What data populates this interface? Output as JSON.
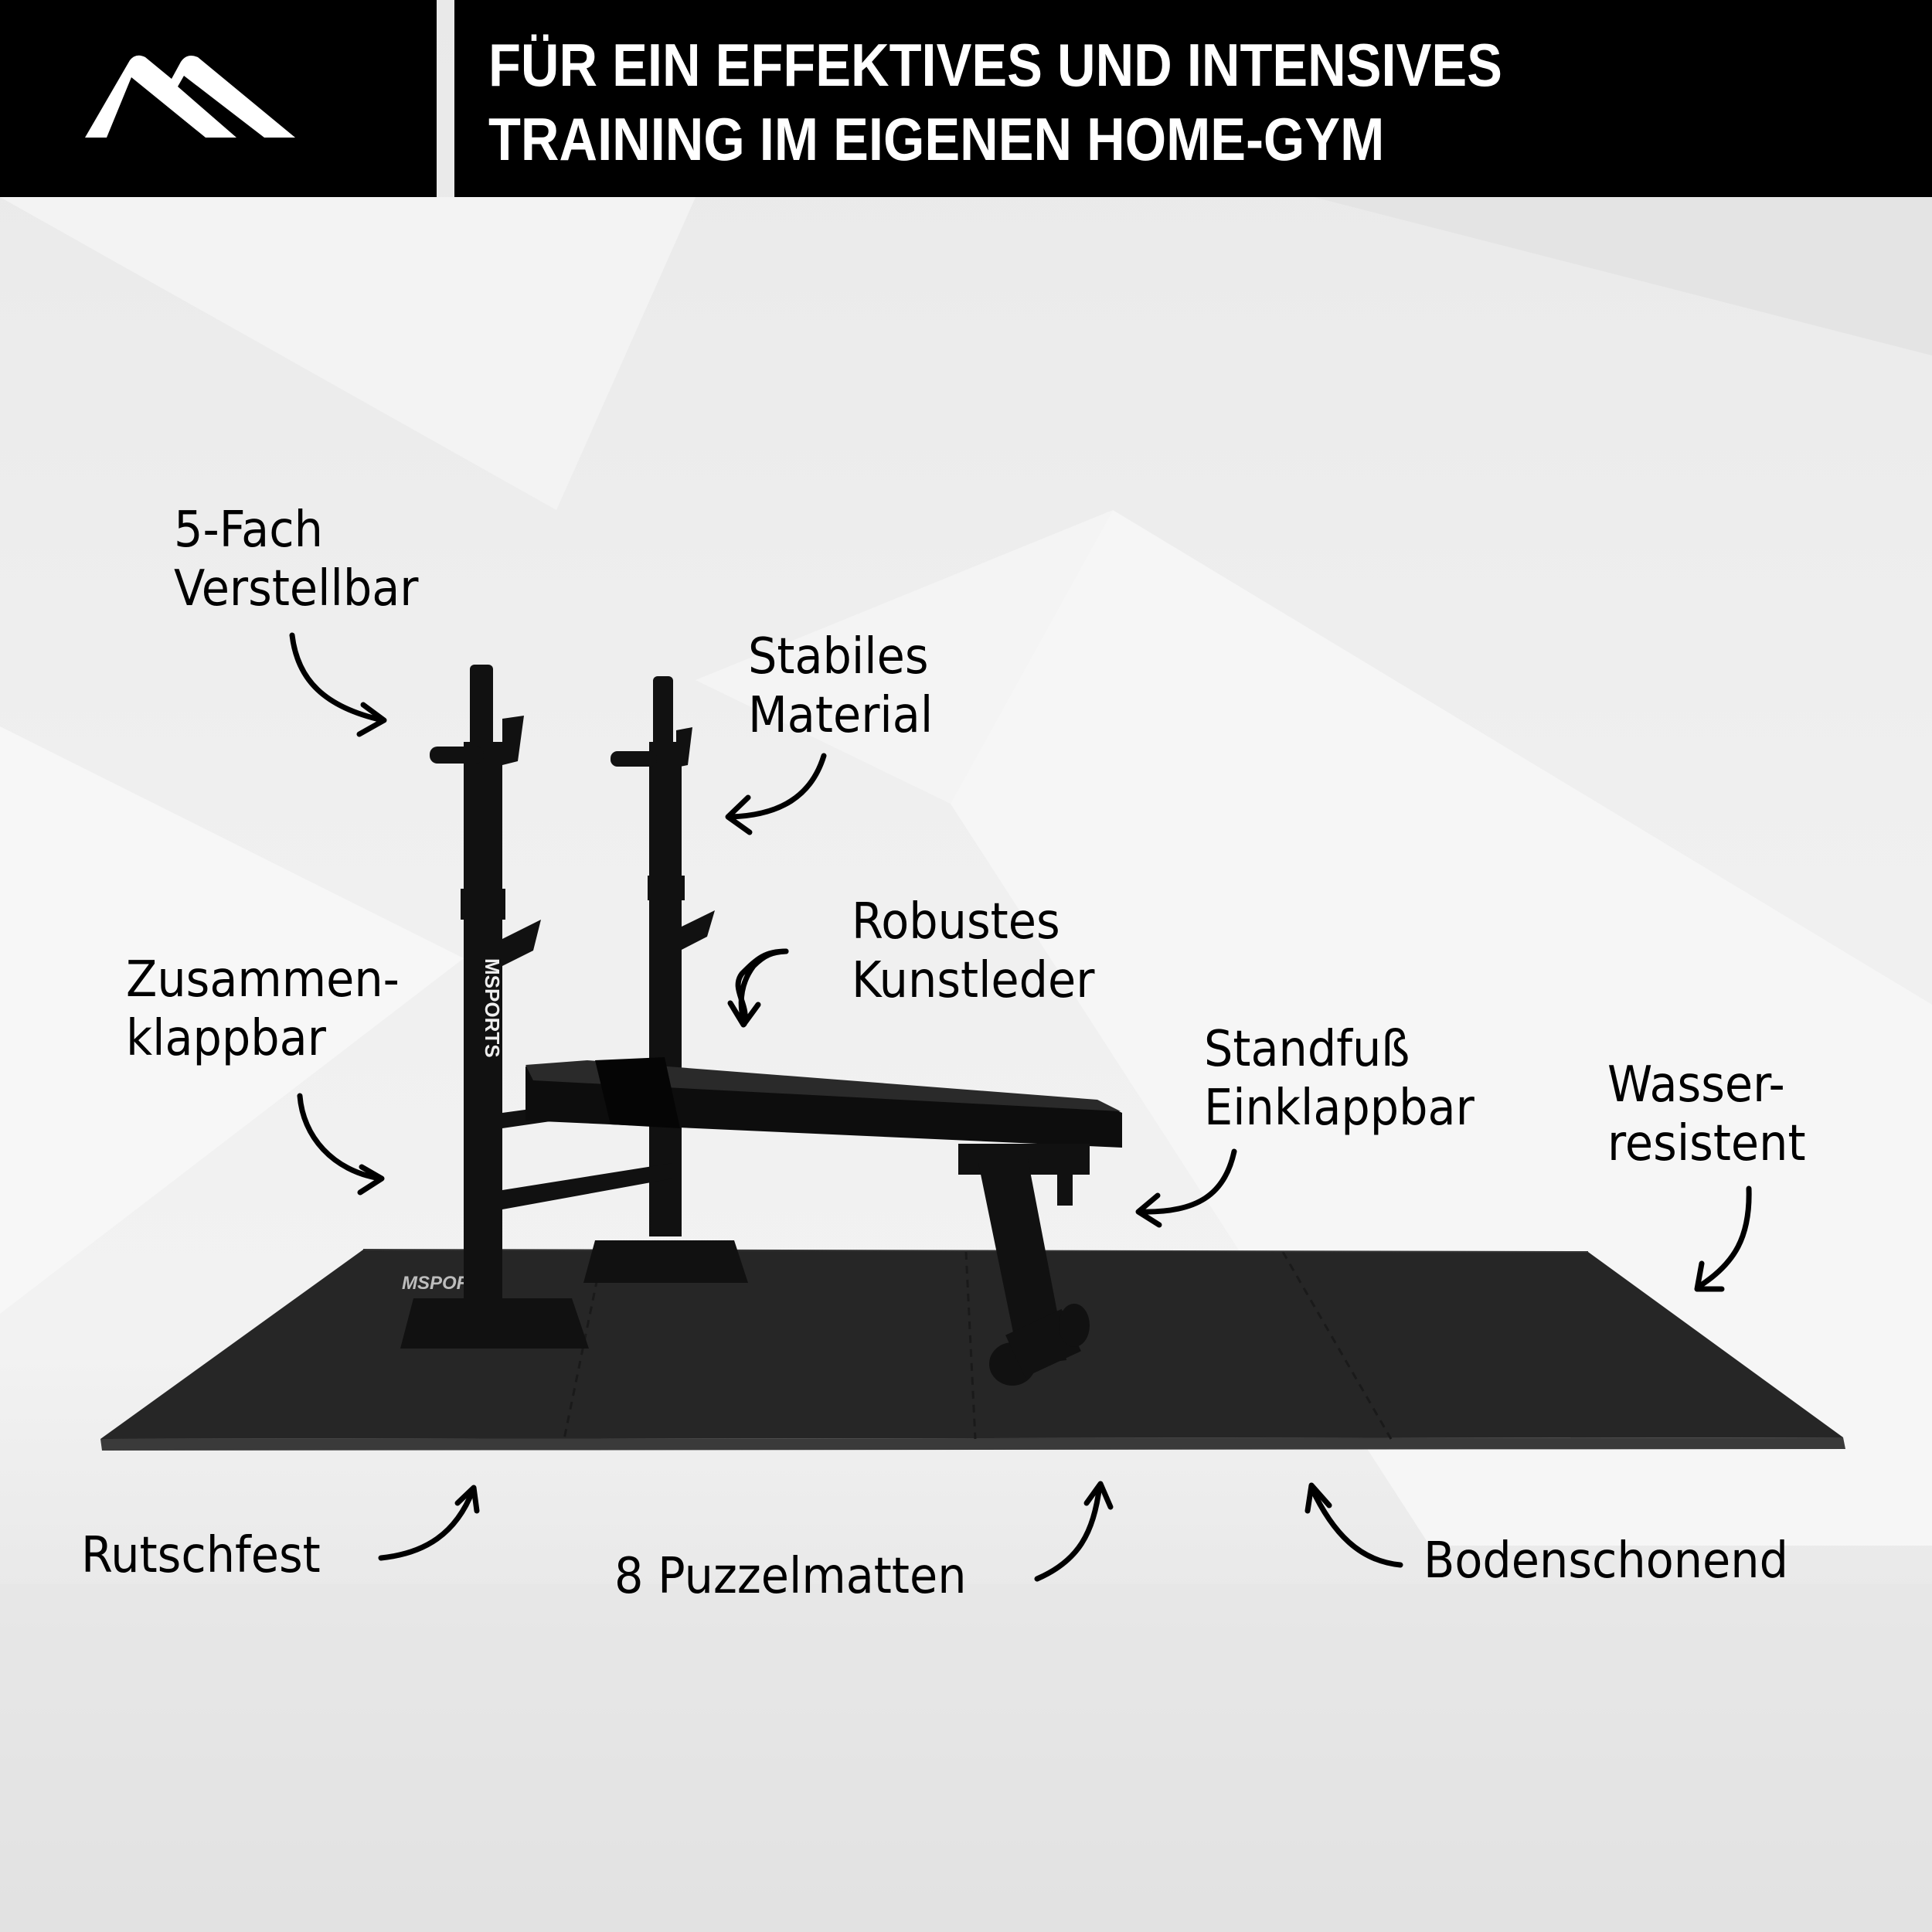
{
  "header": {
    "title_line_1": "FÜR EIN EFFEKTIVES UND INTENSIVES",
    "title_line_2": "TRAINING IM EIGENEN HOME-GYM",
    "logo_icon": "mountain-logo-icon",
    "background_color": "#000000",
    "text_color": "#ffffff"
  },
  "product": {
    "brand_text": "MSPORTS",
    "items": [
      "weight-bench-with-rack",
      "puzzle-floor-mat"
    ]
  },
  "features": [
    {
      "line1": "5-Fach",
      "line2": "Verstellbar"
    },
    {
      "line1": "Stabiles",
      "line2": "Material"
    },
    {
      "line1": "Robustes",
      "line2": "Kunstleder"
    },
    {
      "line1": "Zusammen-",
      "line2": "klappbar"
    },
    {
      "line1": "Standfuß",
      "line2": "Einklappbar"
    },
    {
      "line1": "Wasser-",
      "line2": "resistent"
    },
    {
      "line1": "Rutschfest"
    },
    {
      "line1": "8 Puzzelmatten"
    },
    {
      "line1": "Bodenschonend"
    }
  ],
  "colors": {
    "background": "#efefef",
    "mat": "#262626",
    "equipment": "#111111",
    "text": "#000000"
  }
}
